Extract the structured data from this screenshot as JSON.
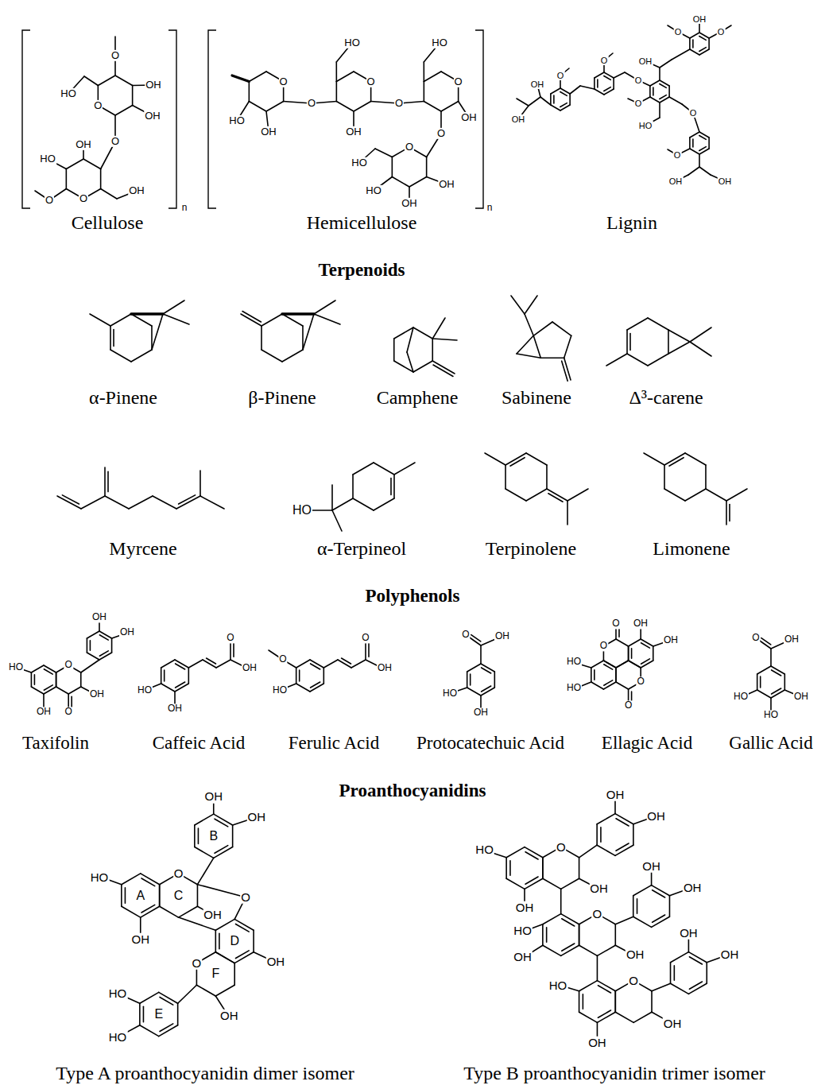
{
  "diagram": {
    "labels": [
      "O",
      "OH",
      "OH",
      "O",
      "HO",
      "O",
      "OH",
      "HO",
      "O",
      "O",
      "OH",
      "n",
      "O",
      "HO",
      "OH",
      "O",
      "O",
      "HO",
      "OH",
      "O",
      "O",
      "HO",
      "OH",
      "O",
      "O",
      "HO",
      "HO",
      "OH",
      "OH",
      "n",
      "O",
      "OH",
      "OH",
      "O",
      "O",
      "OH",
      "OH",
      "O",
      "O",
      "O",
      "HO",
      "O",
      "O",
      "OH",
      "OH",
      "Cellulose",
      "Hemicellulose",
      "Lignin",
      "Terpenoids",
      "α-Pinene",
      "β-Pinene",
      "Camphene",
      "Sabinene",
      "Δ³-carene",
      "HO",
      "Myrcene",
      "α-Terpineol",
      "Terpinolene",
      "Limonene",
      "Polyphenols",
      "HO",
      "OH",
      "O",
      "O",
      "OH",
      "OH",
      "OH",
      "O",
      "OH",
      "HO",
      "OH",
      "O",
      "OH",
      "O",
      "HO",
      "O",
      "OH",
      "HO",
      "OH",
      "O",
      "O",
      "OH",
      "OH",
      "HO",
      "HO",
      "O",
      "O",
      "O",
      "OH",
      "HO",
      "OH",
      "HO",
      "Taxifolin",
      "Caffeic Acid",
      "Ferulic Acid",
      "Protocatechuic Acid",
      "Ellagic Acid",
      "Gallic Acid",
      "Proanthocyanidins",
      "HO",
      "OH",
      "A",
      "O",
      "OH",
      "C",
      "OH",
      "OH",
      "B",
      "O",
      "OH",
      "D",
      "O",
      "OH",
      "F",
      "HO",
      "HO",
      "E",
      "HO",
      "OH",
      "O",
      "OH",
      "OH",
      "OH",
      "HO",
      "OH",
      "O",
      "OH",
      "OH",
      "OH",
      "HO",
      "OH",
      "O",
      "OH",
      "OH",
      "OH",
      "Type A proanthocyanidin dimer isomer",
      "Type B proanthocyanidin trimer isomer"
    ]
  }
}
